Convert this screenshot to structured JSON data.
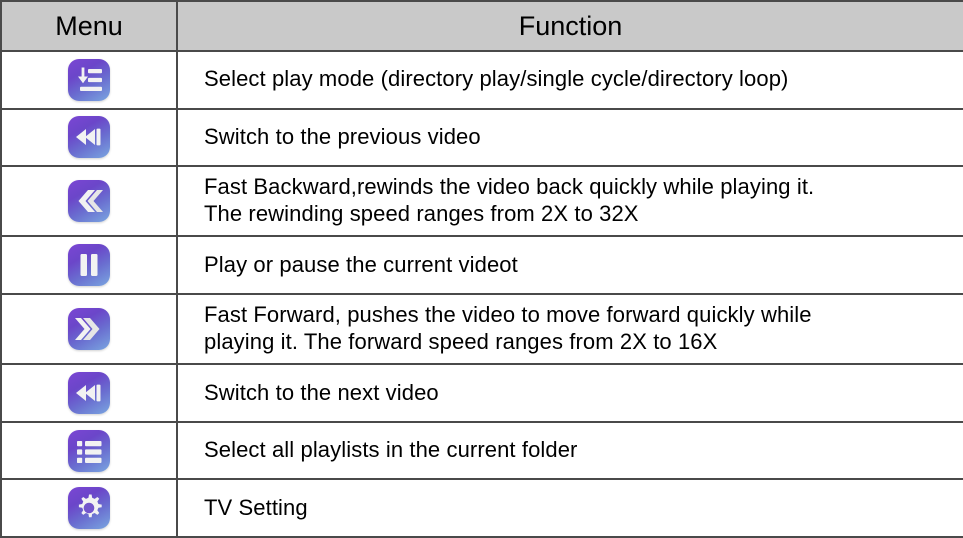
{
  "table": {
    "headers": {
      "menu": "Menu",
      "function": "Function"
    },
    "rows": [
      {
        "icon": "play-mode-icon",
        "function_lines": [
          "Select play mode (directory play/single cycle/directory loop)"
        ]
      },
      {
        "icon": "previous-video-icon",
        "function_lines": [
          "Switch to the previous video"
        ]
      },
      {
        "icon": "fast-backward-icon",
        "function_lines": [
          "Fast Backward,rewinds the video back quickly while playing it.",
          "The rewinding speed ranges from 2X to 32X"
        ]
      },
      {
        "icon": "play-pause-icon",
        "function_lines": [
          "Play or pause the current videot"
        ]
      },
      {
        "icon": "fast-forward-icon",
        "function_lines": [
          "Fast Forward, pushes the video to move forward quickly while",
          "playing it. The forward speed ranges from 2X to 16X"
        ]
      },
      {
        "icon": "next-video-icon",
        "function_lines": [
          "Switch to the next video"
        ]
      },
      {
        "icon": "playlist-icon",
        "function_lines": [
          "Select all playlists in the current folder"
        ]
      },
      {
        "icon": "tv-setting-gear-icon",
        "function_lines": [
          "TV Setting"
        ]
      }
    ]
  },
  "colors": {
    "header_background": "#c9c9c9",
    "border": "#4a4a4a",
    "icon_gradient_start": "#7b46d4",
    "icon_gradient_end": "#7aa6e0",
    "icon_glyph": "#f2f2f2",
    "text": "#000000",
    "cell_background": "#ffffff"
  }
}
